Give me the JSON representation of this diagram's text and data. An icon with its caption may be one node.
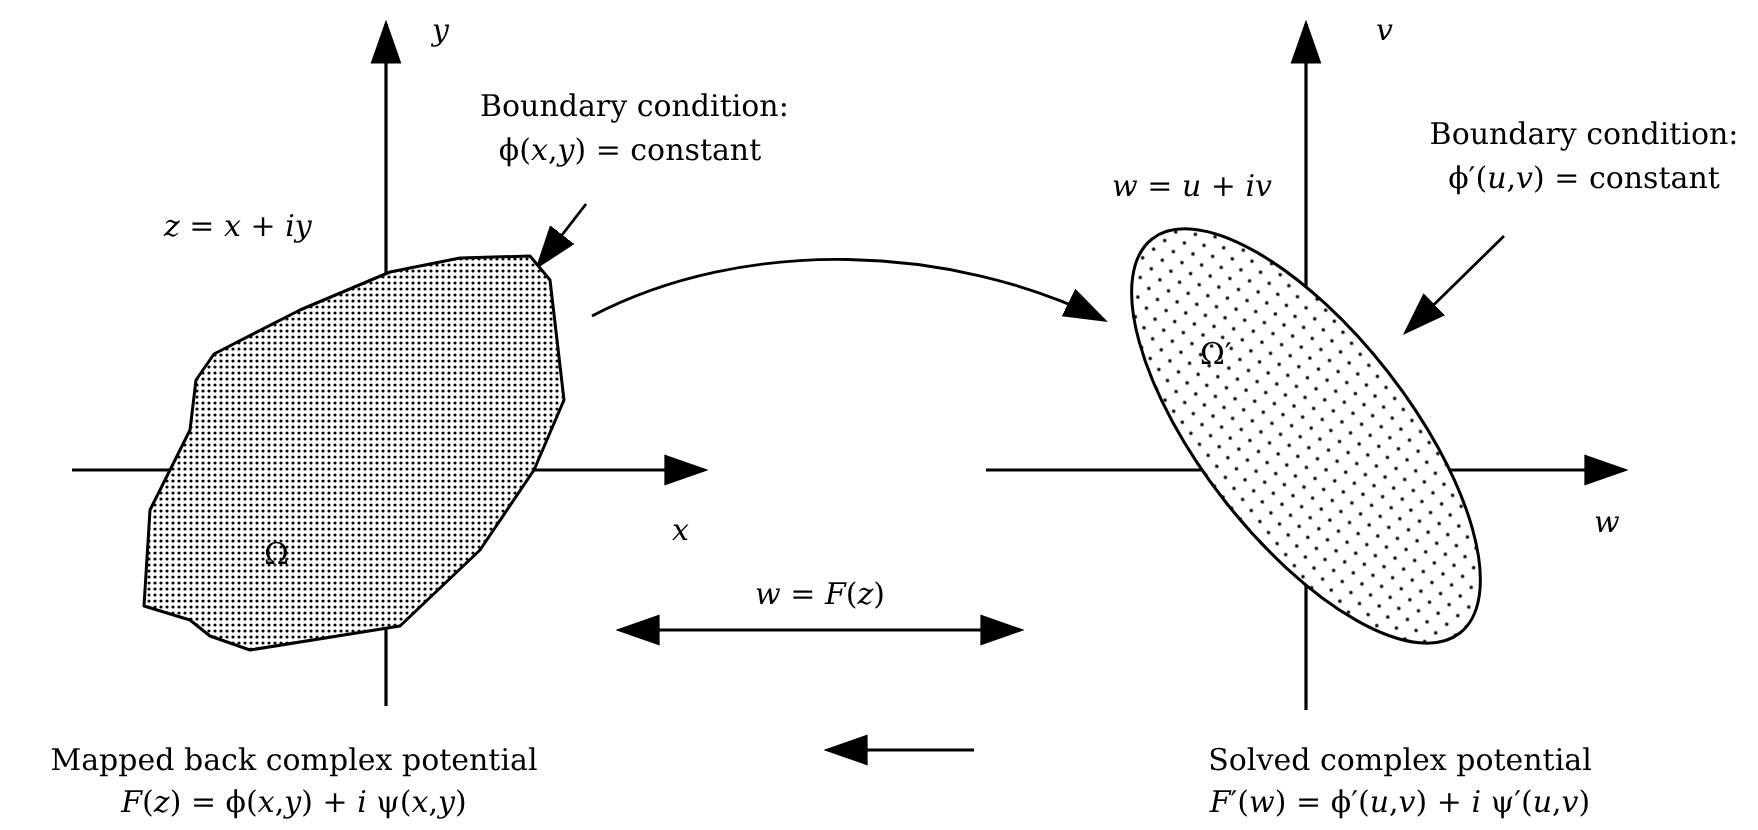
{
  "diagram": {
    "nodes": [
      {
        "text": [
          "Ω"
        ]
      },
      {
        "text": [
          "Ω′"
        ]
      },
      {
        "text": [
          "Boundary condition:",
          "ϕ(*x*,*y*) = constant"
        ]
      },
      {
        "text": [
          "Boundary condition:",
          "ϕ′(*u*,*v*) = constant"
        ]
      }
    ],
    "edges": [
      {
        "from": 0,
        "to": 1,
        "arrow": "to"
      },
      {
        "from": 2,
        "to": 0,
        "arrow": "to"
      },
      {
        "from": 3,
        "to": 1,
        "arrow": "to"
      }
    ],
    "labels": [
      "*y*",
      "*z* = *x* + *iy*",
      "*x*",
      "*v*",
      "*w* = *u* + *iv*",
      "*w*",
      "*w* = *F*(*z*)",
      "Mapped back complex potential",
      "*F*(*z*) = ϕ(*x*,*y*) + *i* ψ(*x*,*y*)",
      "Solved complex potential",
      "*F*′(*w*) = ϕ′(*u*,*v*) + *i* ψ′(*u*,*v*)"
    ]
  }
}
